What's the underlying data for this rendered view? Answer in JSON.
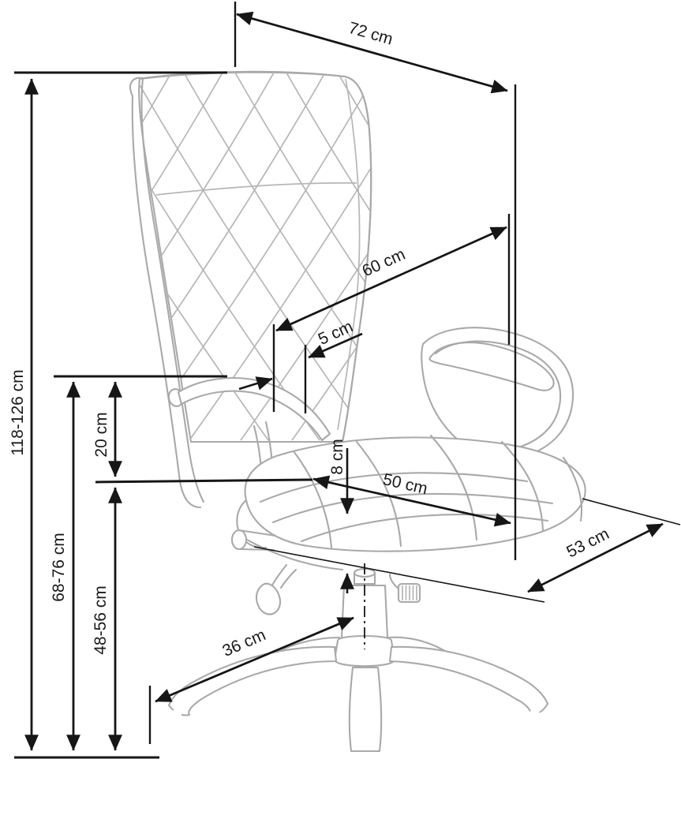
{
  "diagram": {
    "type": "product-dimension-diagram",
    "subject": "office swivel chair, three-quarter view with quilted backrest, armrests and five-star caster base",
    "unit": "cm",
    "colors": {
      "dimension_lines": "#161616",
      "chair_artwork": "#a9a9a9",
      "background": "#ffffff"
    },
    "dimensions": {
      "overall_width": {
        "label": "72 cm"
      },
      "overall_height": {
        "label": "118-126 cm"
      },
      "backrest_diagonal_width": {
        "label": "60 cm"
      },
      "headrest_thickness": {
        "label": "5 cm"
      },
      "armrest_above_seat": {
        "label": "20 cm"
      },
      "seat_cushion_thickness": {
        "label": "8 cm"
      },
      "seat_width": {
        "label": "50 cm"
      },
      "seat_depth": {
        "label": "53 cm"
      },
      "armrest_height_from_floor": {
        "label": "68-76 cm"
      },
      "seat_height_from_floor": {
        "label": "48-56 cm"
      },
      "base_arm_length": {
        "label": "36 cm"
      }
    }
  }
}
